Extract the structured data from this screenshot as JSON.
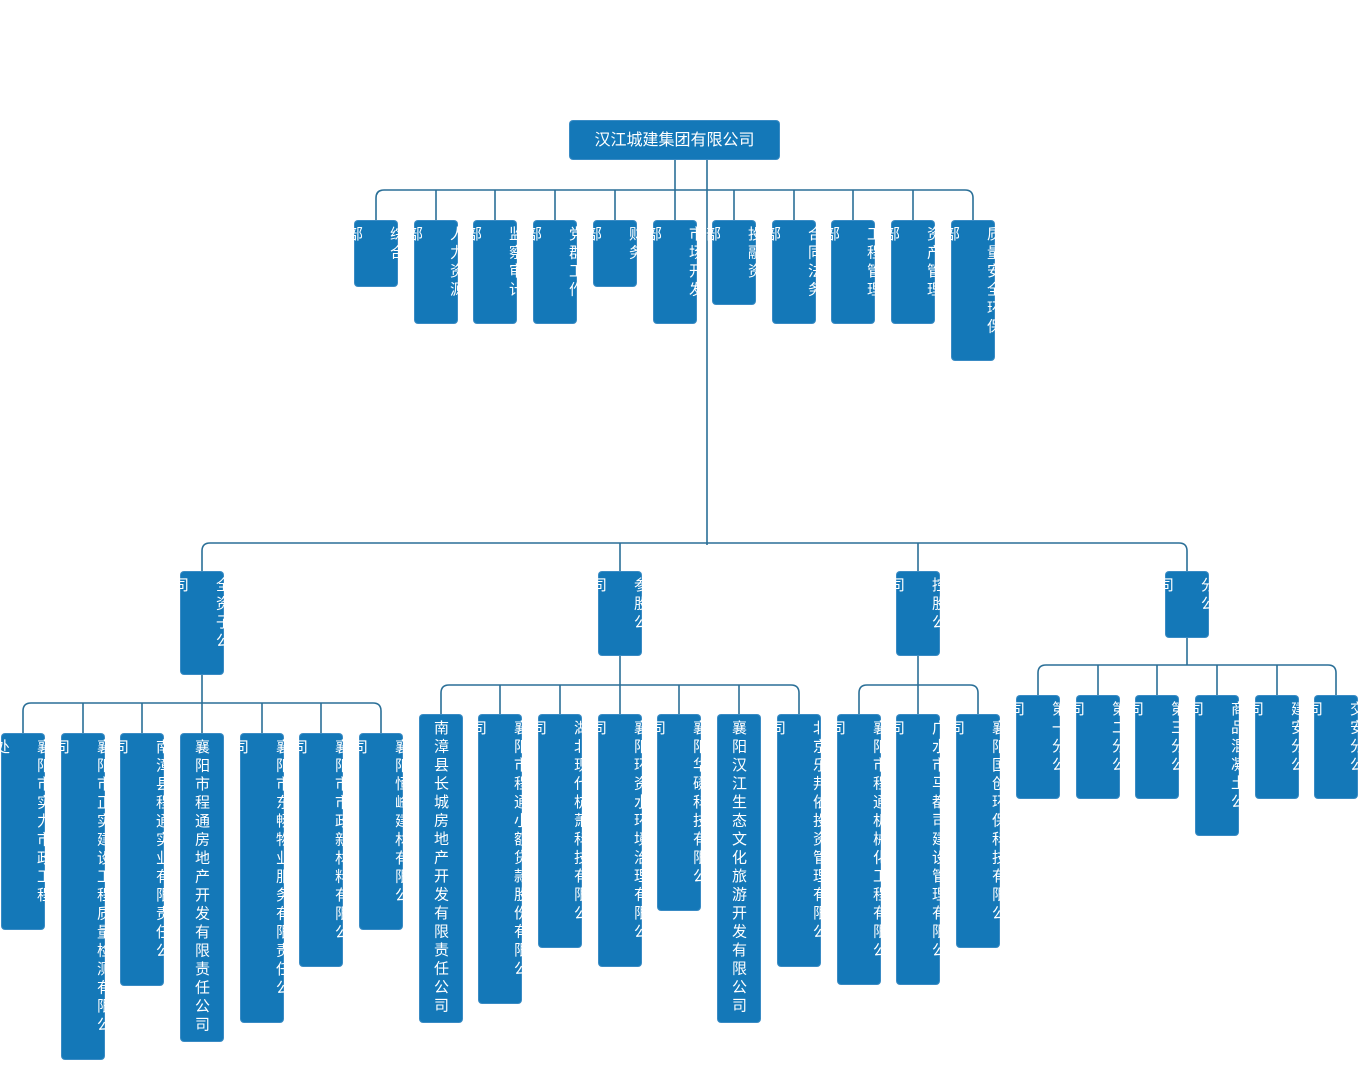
{
  "root": {
    "label": "汉江城建集团有限公司"
  },
  "departments": [
    "综合部",
    "人力资源部",
    "监察审计部",
    "党群工作部",
    "财务部",
    "市场开发部",
    "投融资部",
    "合同法务部",
    "工程管理部",
    "资产管理部",
    "质量安全环保部"
  ],
  "groups": [
    {
      "label": "全资子公司",
      "children": [
        "襄阳市实力市政工程处",
        "襄阳市正实建设工程质量检测有限公司",
        "南漳县程通实业有限责任公司",
        "襄阳市程通房地产开发有限责任公司",
        "襄阳市东畅物业服务有限责任公司",
        "襄阳市市政新材料有限公司",
        "襄阳恒峰建材有限公司"
      ]
    },
    {
      "label": "参股公司",
      "children": [
        "南漳县长城房地产开发有限责任公司",
        "襄阳市程通小额贷款股份有限公司",
        "湖北现代杭萧科技有限公司",
        "襄阳环资水环境治理有限公司",
        "襄阳华磷科技有限公司",
        "襄阳汉江生态文化旅游开发有限公司",
        "北京乐邦依投资管理有限公司"
      ]
    },
    {
      "label": "控股公司",
      "children": [
        "襄阳市程通机械化工程有限公司",
        "广水市马都司建设管理有限公司",
        "襄阳国创环保科技有限公司"
      ]
    },
    {
      "label": "分公司",
      "children": [
        "第一分公司",
        "第二分公司",
        "第三分公司",
        "商品混凝土公司",
        "建安分公司",
        "交安分公司"
      ]
    }
  ],
  "colors": {
    "box": "#1478b8",
    "line": "#2a6f97"
  }
}
